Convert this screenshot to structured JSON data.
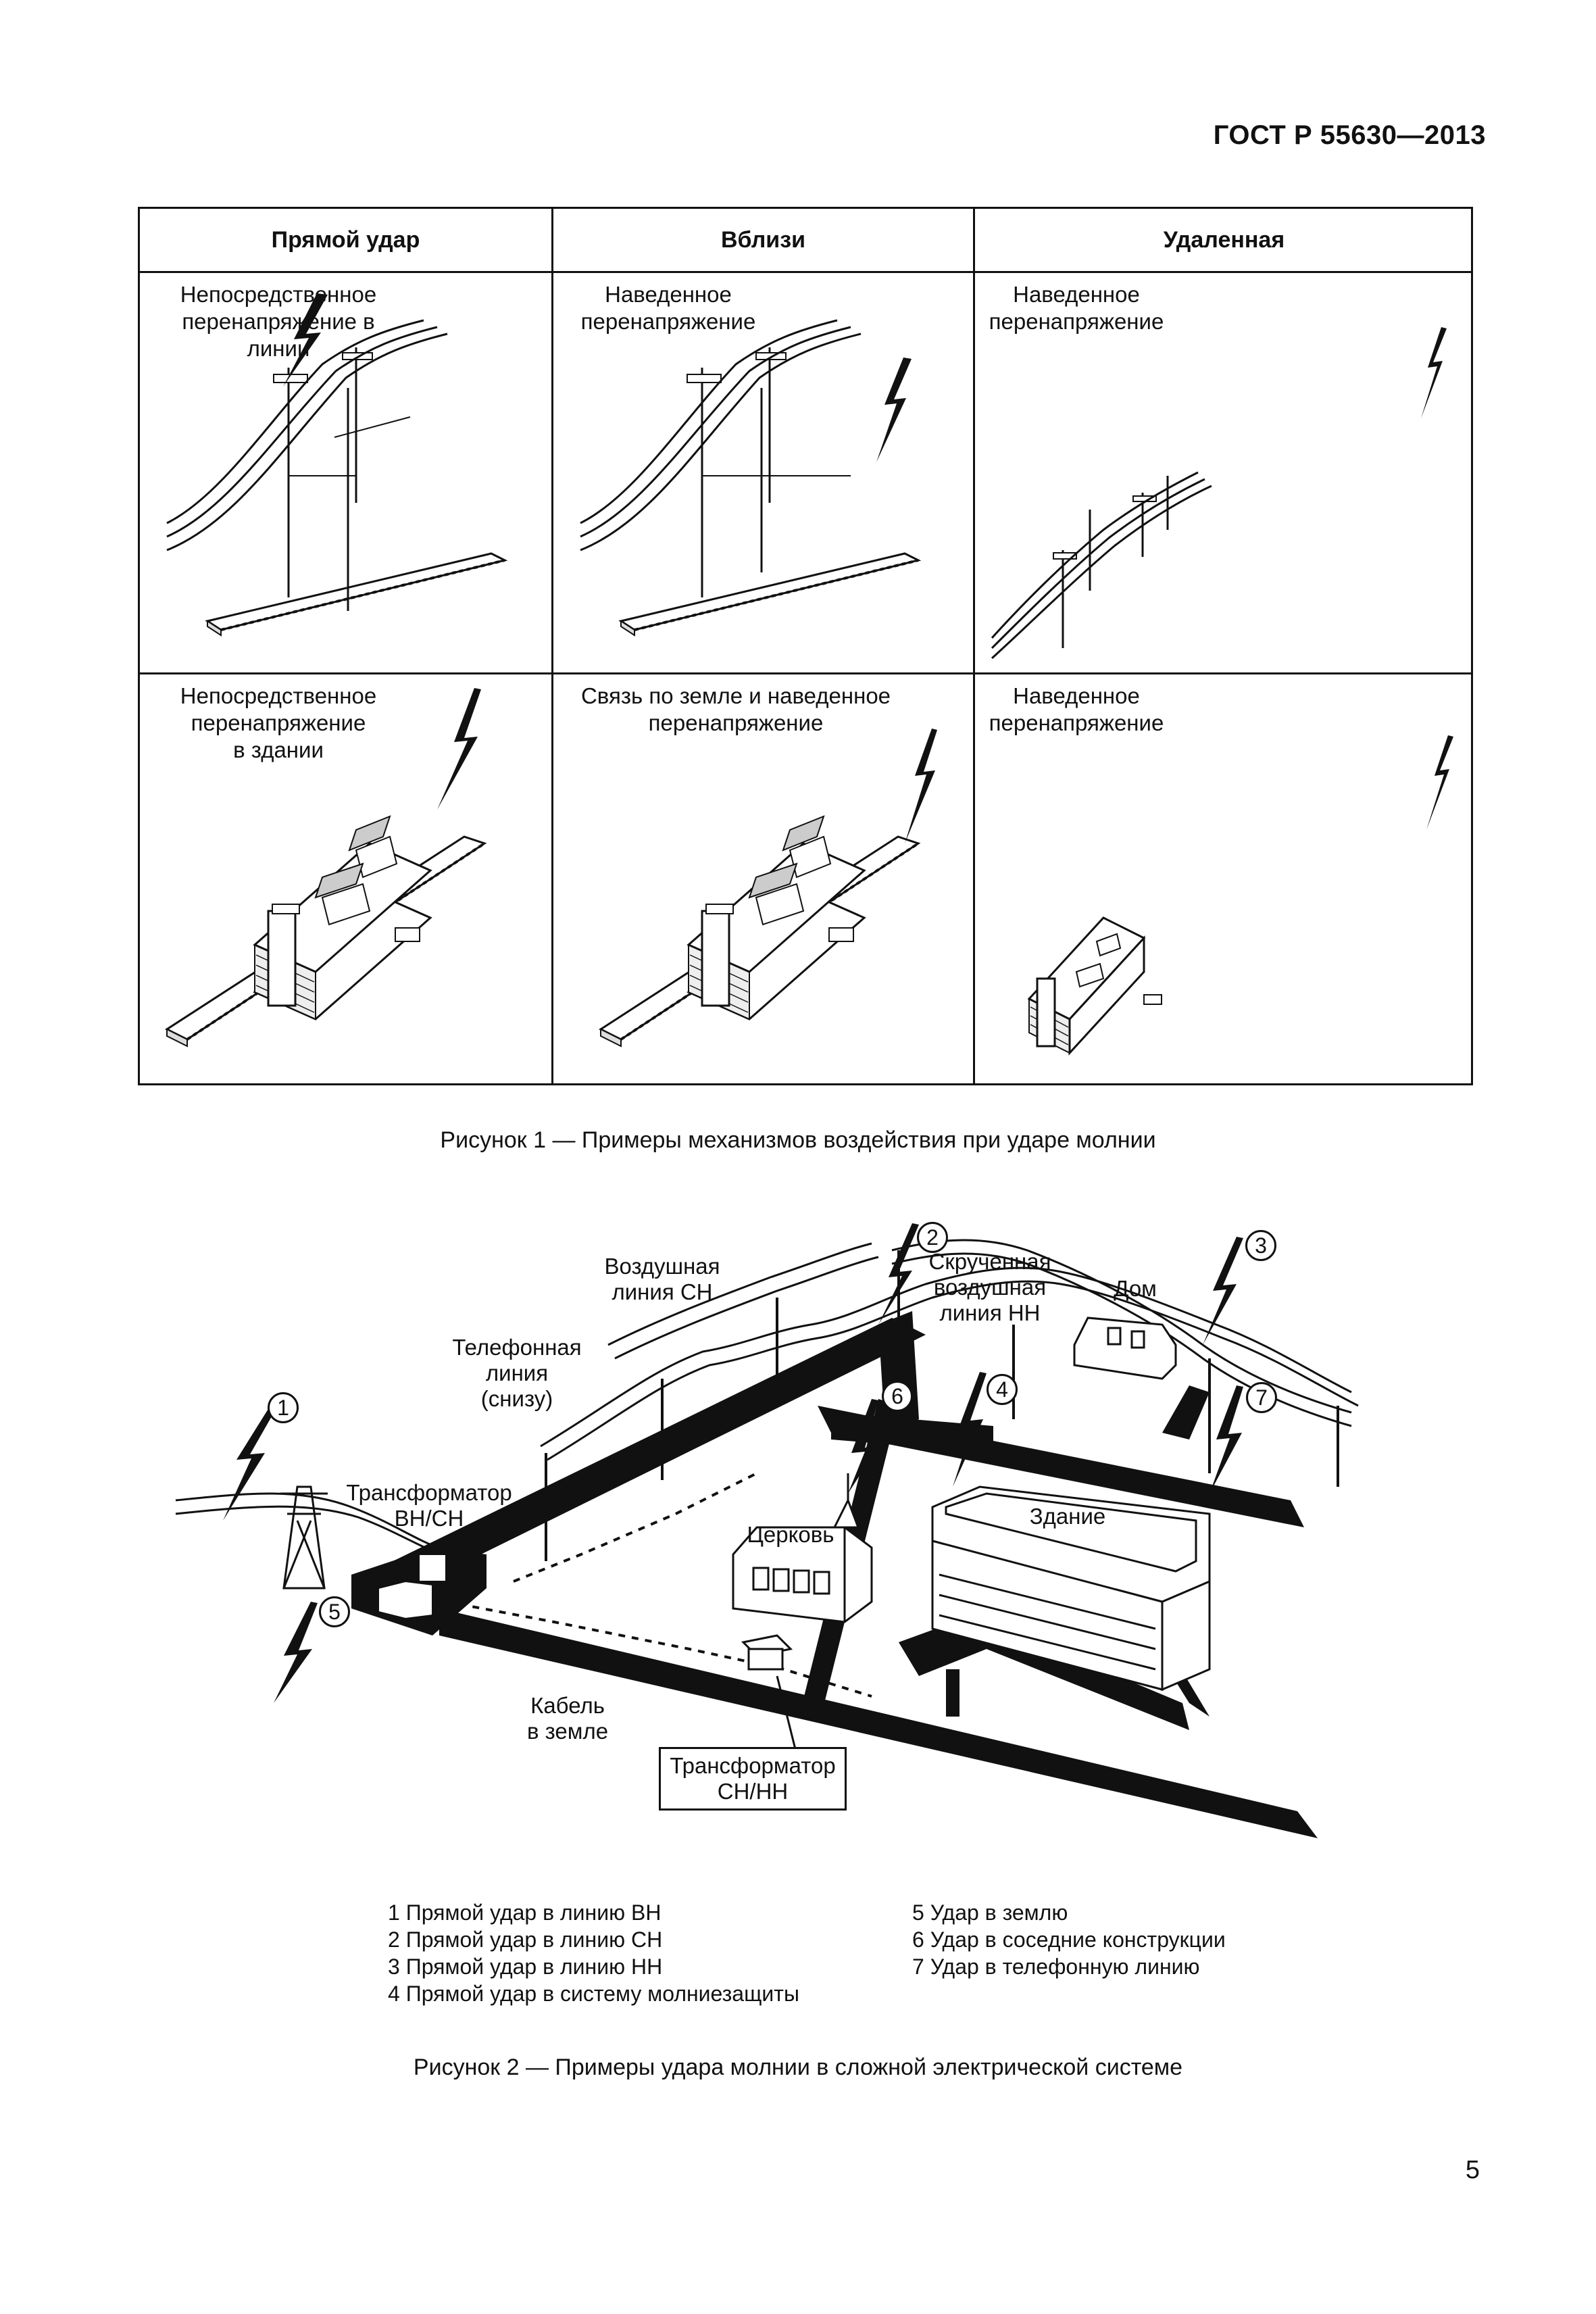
{
  "header": {
    "doc_code": "ГОСТ Р 55630—2013"
  },
  "figure1": {
    "columns": [
      "Прямой удар",
      "Вблизи",
      "Удаленная"
    ],
    "rows": [
      {
        "cells": [
          "Непосредственное\nперенапряжение в линии",
          "Наведенное\nперенапряжение",
          "Наведенное\nперенапряжение"
        ]
      },
      {
        "cells": [
          "Непосредственное\nперенапряжение\nв здании",
          "Связь по земле и наведенное\nперенапряжение",
          "Наведенное\nперенапряжение"
        ]
      }
    ],
    "caption": "Рисунок 1 — Примеры механизмов воздействия при ударе молнии"
  },
  "figure2": {
    "labels": {
      "overhead_mv": "Воздушная\nлиния СН",
      "twisted_lv": "Скрученная\nвоздушная\nлиния НН",
      "house": "Дом",
      "phone_line": "Телефонная\nлиния\n(снизу)",
      "transformer_hv_mv": "Трансформатор\nВН/СН",
      "church": "Церковь",
      "building": "Здание",
      "cable": "Кабель\nв земле",
      "transformer_mv_lv": "Трансформатор\nСН/НН"
    },
    "markers": [
      "1",
      "2",
      "3",
      "4",
      "5",
      "6",
      "7"
    ],
    "legend_left": [
      "1 Прямой удар в линию ВН",
      "2 Прямой удар в линию СН",
      "3 Прямой удар в линию НН",
      "4 Прямой удар в систему молниезащиты"
    ],
    "legend_right": [
      "5 Удар в землю",
      "6 Удар в соседние конструкции",
      "7 Удар в телефонную линию"
    ],
    "caption": "Рисунок 2 — Примеры удара молнии в сложной электрической системе"
  },
  "page_number": "5"
}
